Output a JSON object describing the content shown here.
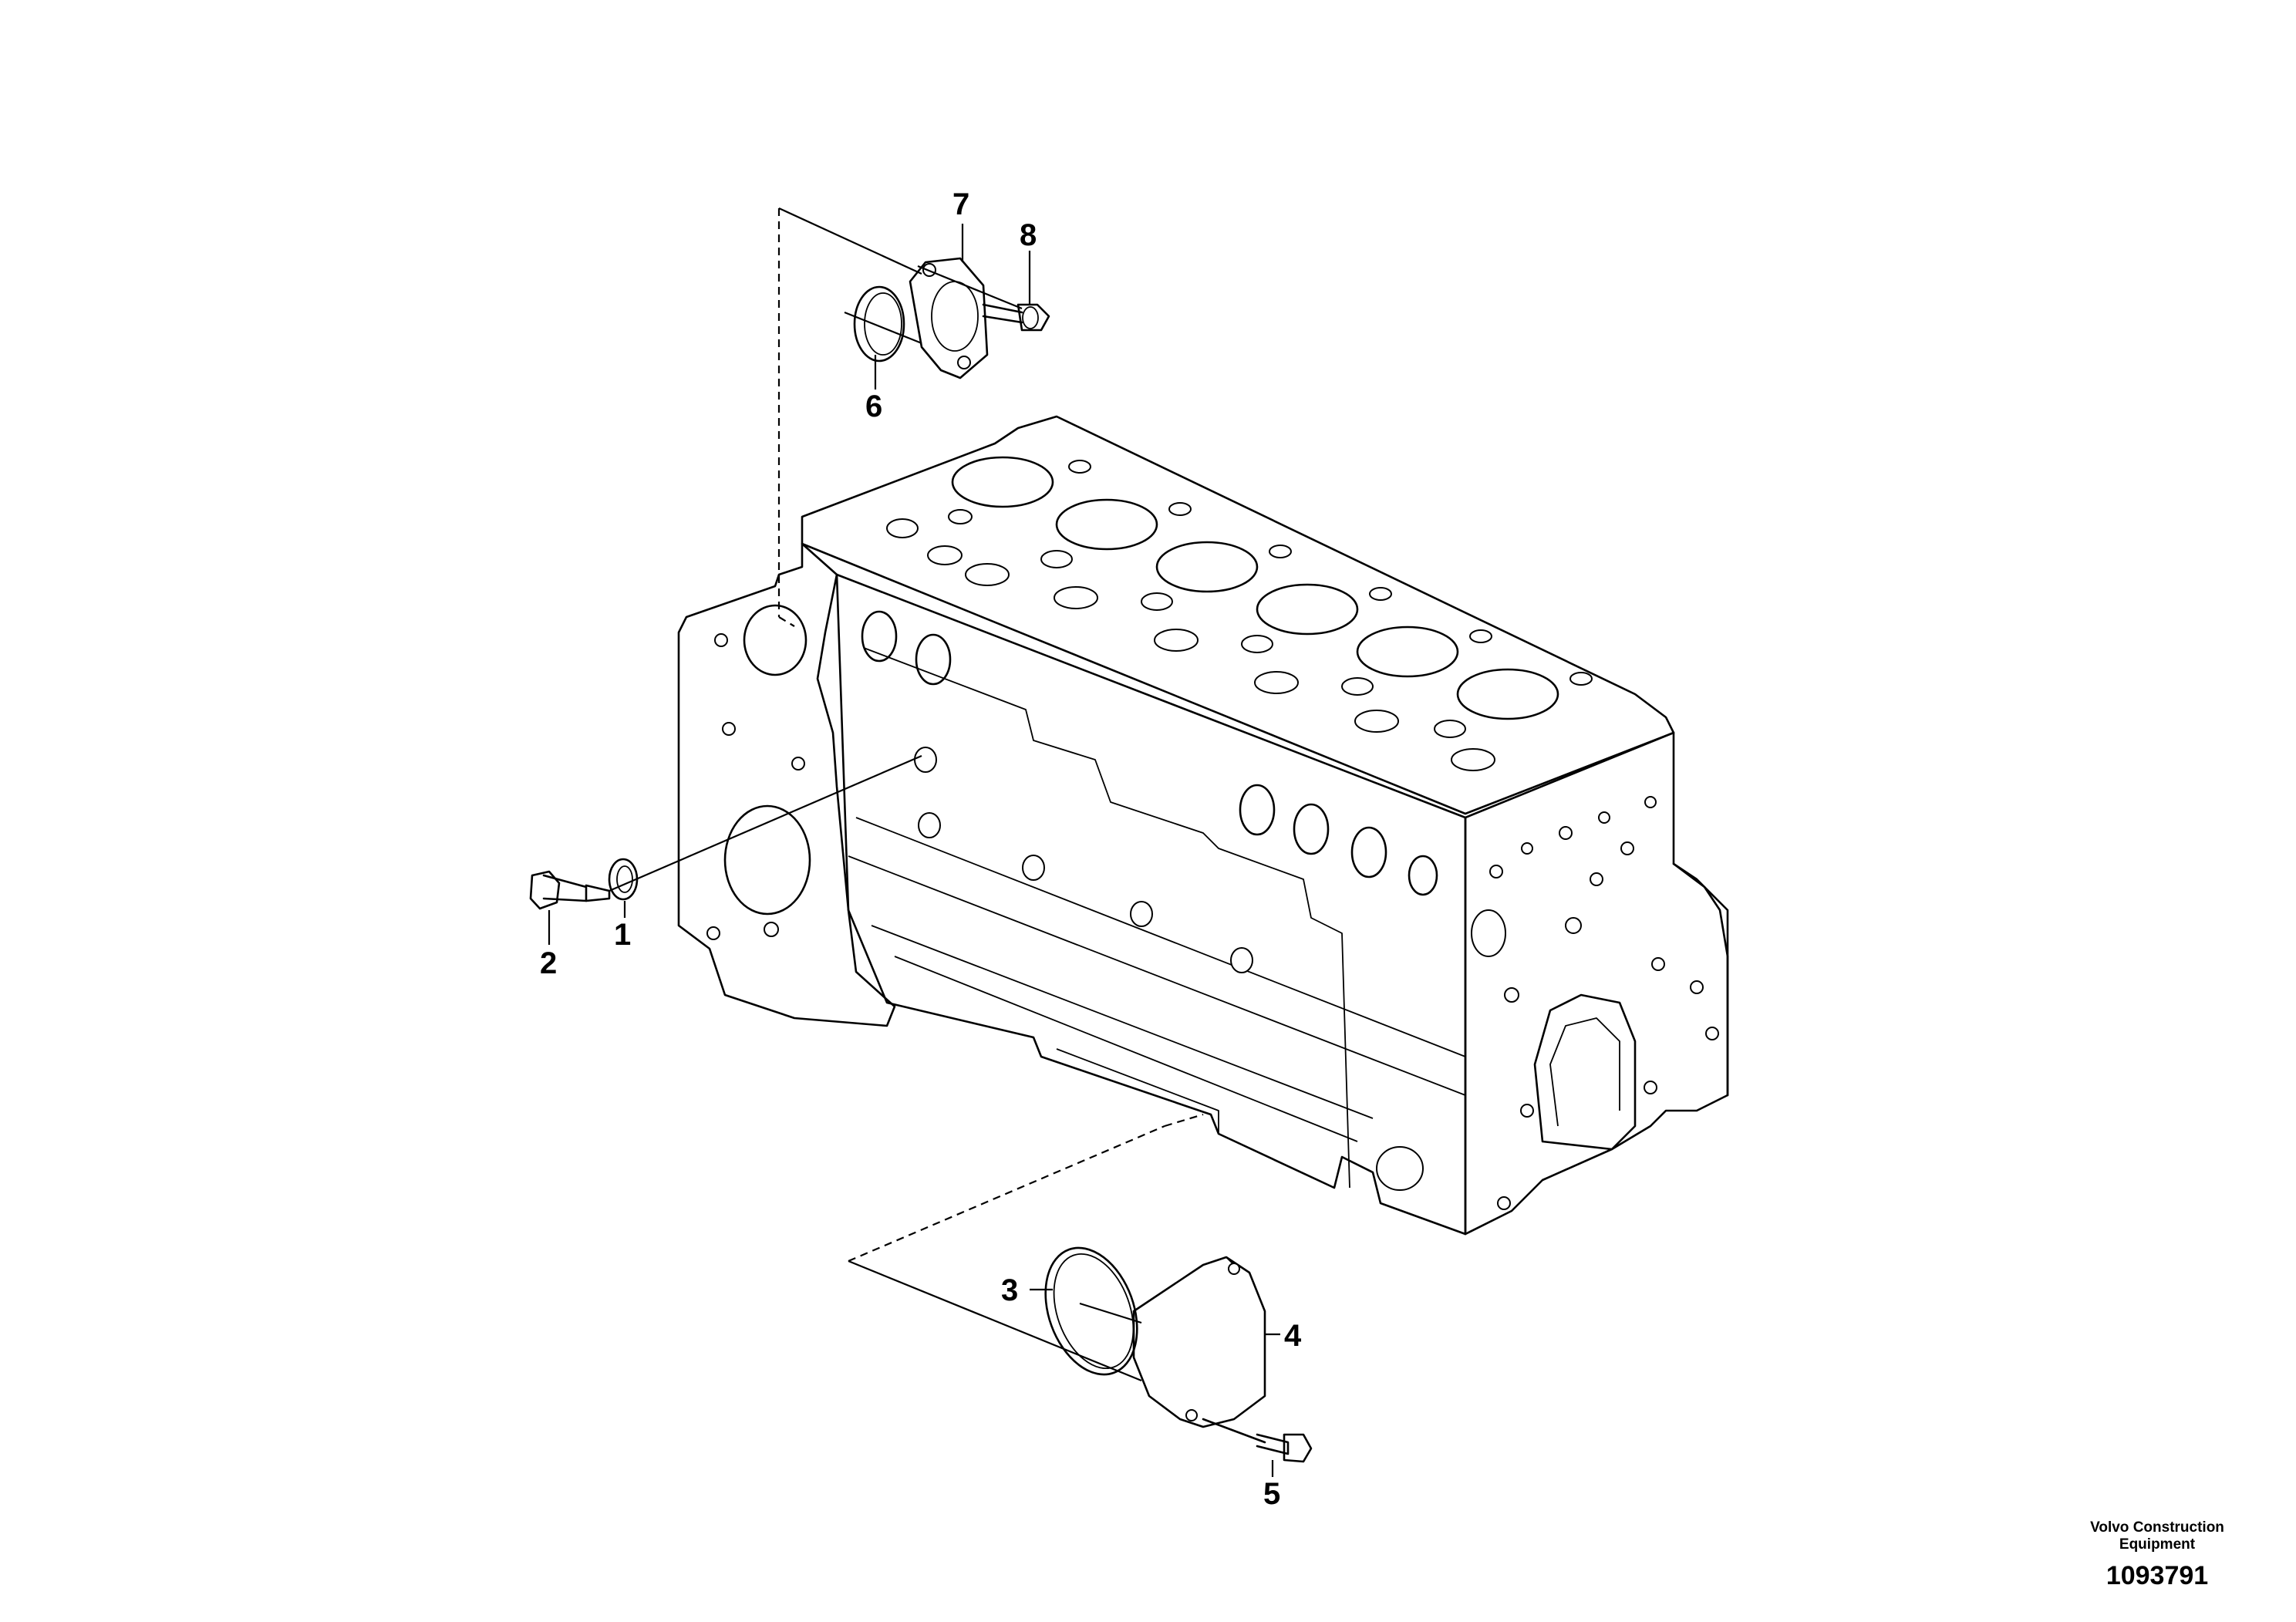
{
  "callouts": {
    "c1": "1",
    "c2": "2",
    "c3": "3",
    "c4": "4",
    "c5": "5",
    "c6": "6",
    "c7": "7",
    "c8": "8"
  },
  "footer": {
    "brand_line1": "Volvo Construction",
    "brand_line2": "Equipment",
    "doc_number": "1093791"
  }
}
